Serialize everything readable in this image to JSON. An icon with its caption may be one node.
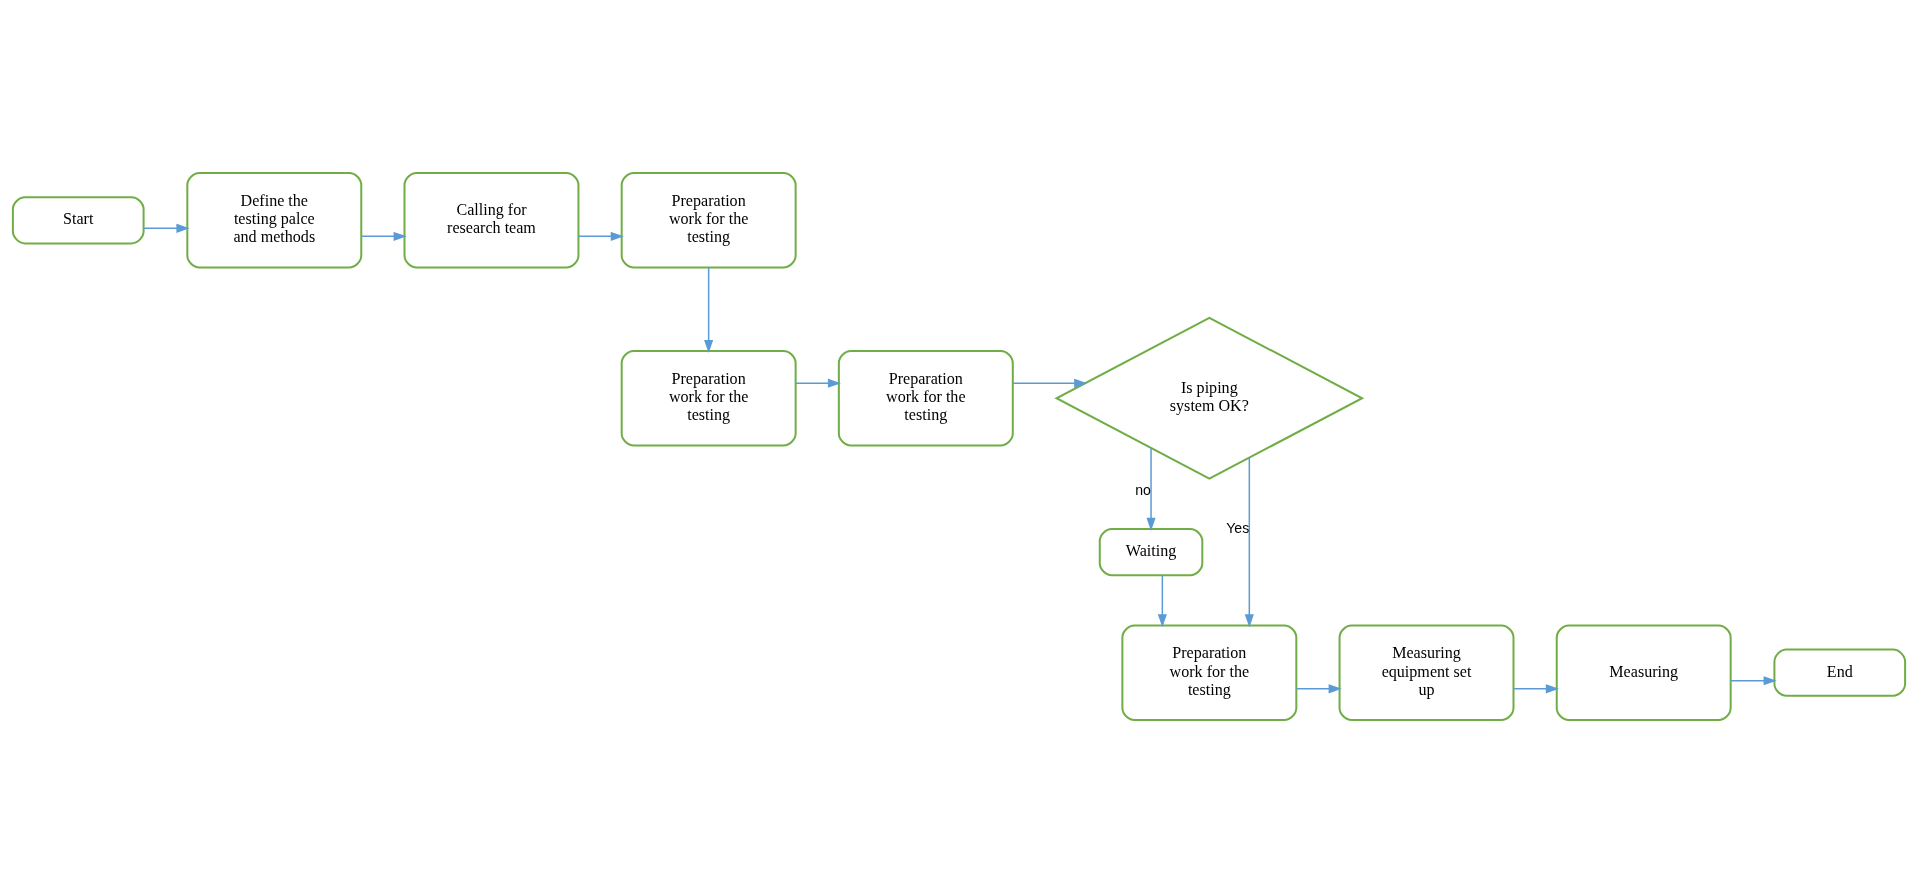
{
  "diagram": {
    "nodes": [
      {
        "text": [
          "Start"
        ]
      },
      {
        "text": [
          "Define the testing palce and methods"
        ]
      },
      {
        "text": [
          "Calling for research team"
        ]
      },
      {
        "text": [
          "Preparation work for the testing"
        ]
      },
      {
        "text": [
          "Preparation work for the testing"
        ]
      },
      {
        "text": [
          "Preparation work for the testing"
        ]
      },
      {
        "text": [
          "Is piping system OK?"
        ]
      },
      {
        "text": [
          "Waiting"
        ]
      },
      {
        "text": [
          "Preparation work for the testing"
        ]
      },
      {
        "text": [
          "Measuring equipment set up"
        ]
      },
      {
        "text": [
          "Measuring"
        ]
      },
      {
        "text": [
          "End"
        ]
      }
    ],
    "edges": [
      {
        "from": 0,
        "to": 1,
        "arrow": "to"
      },
      {
        "from": 1,
        "to": 2,
        "arrow": "to"
      },
      {
        "from": 2,
        "to": 3,
        "arrow": "to"
      },
      {
        "from": 3,
        "to": 4,
        "arrow": "to"
      },
      {
        "from": 4,
        "to": 5,
        "arrow": "to"
      },
      {
        "from": 5,
        "to": 6,
        "arrow": "to"
      },
      {
        "from": 6,
        "to": 8,
        "arrow": "to",
        "label": "Yes"
      },
      {
        "from": 6,
        "to": 7,
        "arrow": "to",
        "label": "no"
      },
      {
        "from": 7,
        "to": 8,
        "arrow": "to"
      },
      {
        "from": 8,
        "to": 9,
        "arrow": "to"
      },
      {
        "from": 9,
        "to": 10,
        "arrow": "to"
      },
      {
        "from": 10,
        "to": 11,
        "arrow": "to"
      }
    ]
  }
}
